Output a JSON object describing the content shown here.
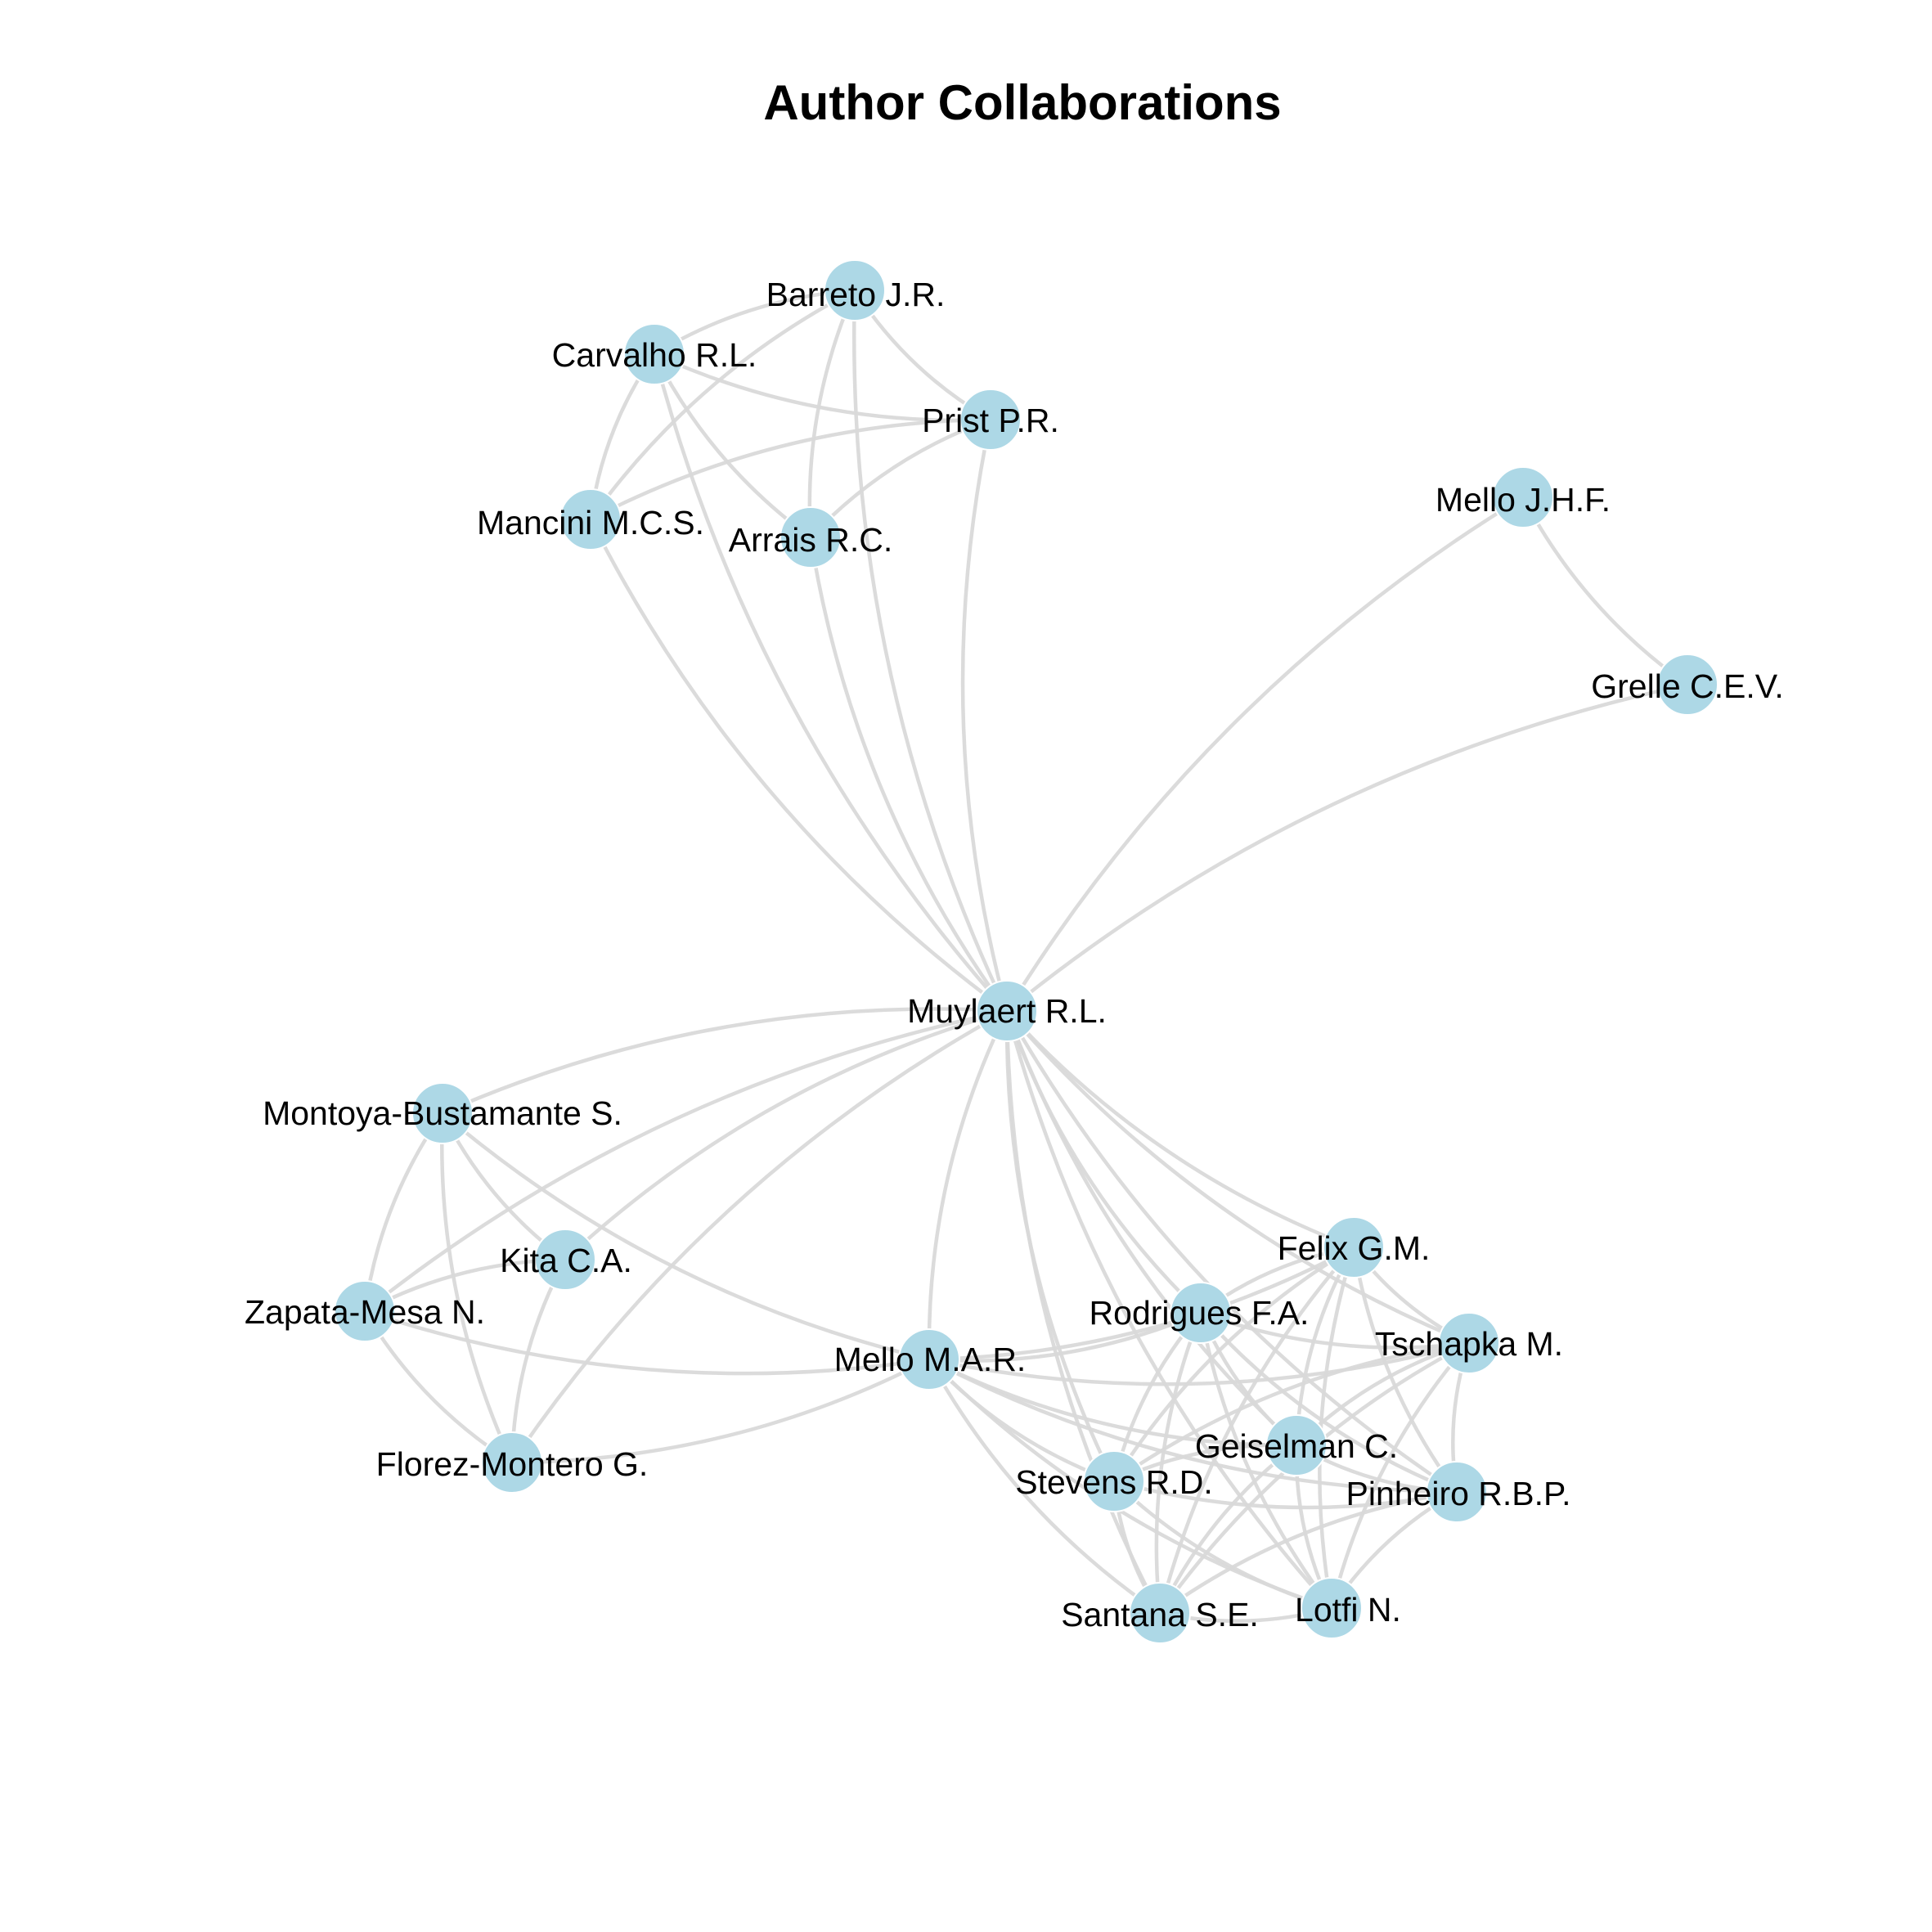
{
  "diagram": {
    "title": "Author Collaborations",
    "colors": {
      "node": "#ADD8E6",
      "edge": "#D9D9D9",
      "label": "#000000",
      "background": "#FFFFFF"
    },
    "nodes": [
      {
        "id": "barreto",
        "label": "Barreto J.R."
      },
      {
        "id": "carvalho",
        "label": "Carvalho R.L."
      },
      {
        "id": "prist",
        "label": "Prist P.R."
      },
      {
        "id": "mancini",
        "label": "Mancini M.C.S."
      },
      {
        "id": "arrais",
        "label": "Arrais R.C."
      },
      {
        "id": "mellojhf",
        "label": "Mello J.H.F."
      },
      {
        "id": "grelle",
        "label": "Grelle C.E.V."
      },
      {
        "id": "muylaert",
        "label": "Muylaert R.L."
      },
      {
        "id": "montoya",
        "label": "Montoya-Bustamante S."
      },
      {
        "id": "kita",
        "label": "Kita C.A."
      },
      {
        "id": "zapata",
        "label": "Zapata-Mesa N."
      },
      {
        "id": "florez",
        "label": "Florez-Montero G."
      },
      {
        "id": "mellomar",
        "label": "Mello M.A.R."
      },
      {
        "id": "felix",
        "label": "Felix G.M."
      },
      {
        "id": "rodrigues",
        "label": "Rodrigues F.A."
      },
      {
        "id": "tschapka",
        "label": "Tschapka M."
      },
      {
        "id": "geiselman",
        "label": "Geiselman C."
      },
      {
        "id": "stevens",
        "label": "Stevens R.D."
      },
      {
        "id": "pinheiro",
        "label": "Pinheiro R.B.P."
      },
      {
        "id": "santana",
        "label": "Santana S.E."
      },
      {
        "id": "lotfi",
        "label": "Lotfi N."
      }
    ],
    "edges": [
      [
        "barreto",
        "carvalho"
      ],
      [
        "barreto",
        "prist"
      ],
      [
        "barreto",
        "arrais"
      ],
      [
        "barreto",
        "mancini"
      ],
      [
        "barreto",
        "muylaert"
      ],
      [
        "carvalho",
        "prist"
      ],
      [
        "carvalho",
        "mancini"
      ],
      [
        "carvalho",
        "arrais"
      ],
      [
        "carvalho",
        "muylaert"
      ],
      [
        "prist",
        "mancini"
      ],
      [
        "prist",
        "arrais"
      ],
      [
        "prist",
        "muylaert"
      ],
      [
        "mancini",
        "muylaert"
      ],
      [
        "arrais",
        "muylaert"
      ],
      [
        "mellojhf",
        "grelle"
      ],
      [
        "mellojhf",
        "muylaert"
      ],
      [
        "grelle",
        "muylaert"
      ],
      [
        "muylaert",
        "montoya"
      ],
      [
        "muylaert",
        "kita"
      ],
      [
        "muylaert",
        "zapata"
      ],
      [
        "muylaert",
        "florez"
      ],
      [
        "muylaert",
        "mellomar"
      ],
      [
        "muylaert",
        "felix"
      ],
      [
        "muylaert",
        "rodrigues"
      ],
      [
        "muylaert",
        "tschapka"
      ],
      [
        "muylaert",
        "geiselman"
      ],
      [
        "muylaert",
        "stevens"
      ],
      [
        "muylaert",
        "pinheiro"
      ],
      [
        "muylaert",
        "santana"
      ],
      [
        "muylaert",
        "lotfi"
      ],
      [
        "montoya",
        "kita"
      ],
      [
        "montoya",
        "zapata"
      ],
      [
        "montoya",
        "florez"
      ],
      [
        "montoya",
        "mellomar"
      ],
      [
        "kita",
        "zapata"
      ],
      [
        "kita",
        "florez"
      ],
      [
        "zapata",
        "florez"
      ],
      [
        "zapata",
        "mellomar"
      ],
      [
        "florez",
        "mellomar"
      ],
      [
        "mellomar",
        "felix"
      ],
      [
        "mellomar",
        "rodrigues"
      ],
      [
        "mellomar",
        "tschapka"
      ],
      [
        "mellomar",
        "geiselman"
      ],
      [
        "mellomar",
        "stevens"
      ],
      [
        "mellomar",
        "pinheiro"
      ],
      [
        "mellomar",
        "santana"
      ],
      [
        "mellomar",
        "lotfi"
      ],
      [
        "felix",
        "rodrigues"
      ],
      [
        "felix",
        "tschapka"
      ],
      [
        "felix",
        "geiselman"
      ],
      [
        "felix",
        "stevens"
      ],
      [
        "felix",
        "pinheiro"
      ],
      [
        "felix",
        "santana"
      ],
      [
        "felix",
        "lotfi"
      ],
      [
        "rodrigues",
        "tschapka"
      ],
      [
        "rodrigues",
        "geiselman"
      ],
      [
        "rodrigues",
        "stevens"
      ],
      [
        "rodrigues",
        "pinheiro"
      ],
      [
        "rodrigues",
        "santana"
      ],
      [
        "rodrigues",
        "lotfi"
      ],
      [
        "tschapka",
        "geiselman"
      ],
      [
        "tschapka",
        "stevens"
      ],
      [
        "tschapka",
        "pinheiro"
      ],
      [
        "tschapka",
        "santana"
      ],
      [
        "tschapka",
        "lotfi"
      ],
      [
        "geiselman",
        "stevens"
      ],
      [
        "geiselman",
        "pinheiro"
      ],
      [
        "geiselman",
        "santana"
      ],
      [
        "geiselman",
        "lotfi"
      ],
      [
        "stevens",
        "pinheiro"
      ],
      [
        "stevens",
        "santana"
      ],
      [
        "stevens",
        "lotfi"
      ],
      [
        "pinheiro",
        "santana"
      ],
      [
        "pinheiro",
        "lotfi"
      ],
      [
        "santana",
        "lotfi"
      ]
    ]
  }
}
